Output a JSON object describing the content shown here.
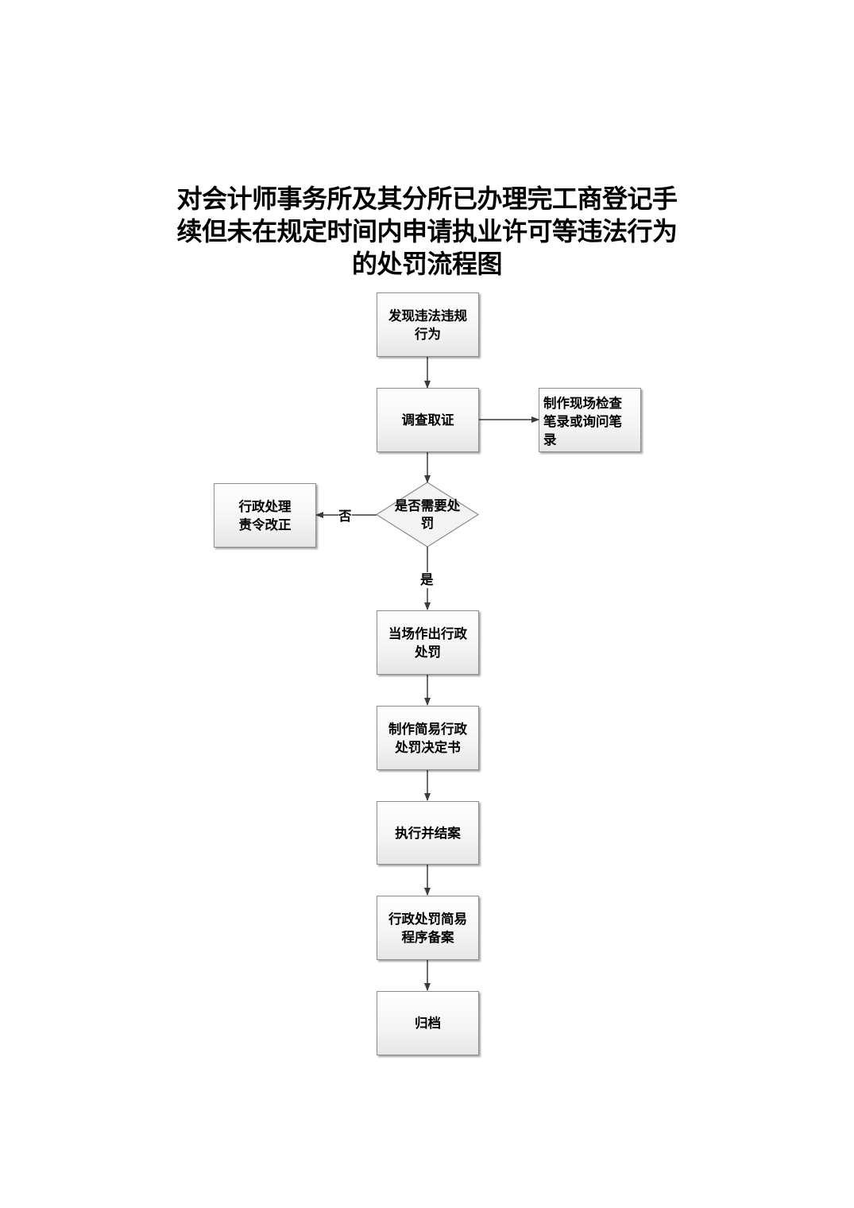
{
  "title": {
    "line1": "对会计师事务所及其分所已办理完工商登记手",
    "line2": "续但未在规定时间内申请执业许可等违法行为",
    "line3": "的处罚流程图"
  },
  "nodes": {
    "discover": "发现违法违规行为",
    "investigate": "调查取证",
    "record": "制作现场检查笔录或询问笔录",
    "decision": "是否需要处罚",
    "admin_correct": "行政处理责令改正",
    "onsite_penalty": "当场作出行政处罚",
    "make_decision": "制作简易行政处罚决定书",
    "execute": "执行并结案",
    "filing": "行政处罚简易程序备案",
    "archive": "归档"
  },
  "edges": {
    "no_label": "否",
    "yes_label": "是"
  },
  "colors": {
    "line": "#3a3a3a",
    "node_border": "#8c8c8c"
  }
}
